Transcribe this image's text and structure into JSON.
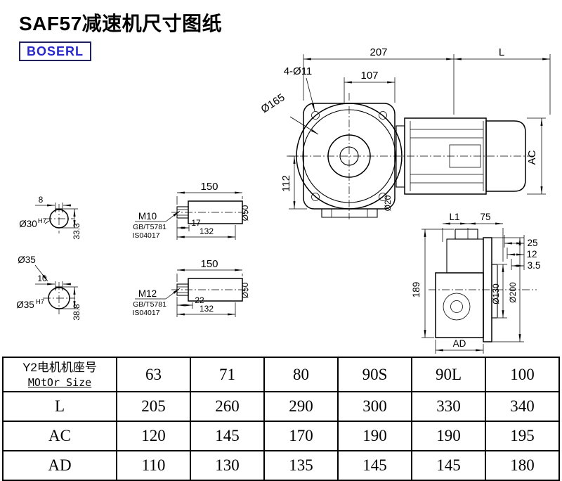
{
  "page": {
    "title": "SAF57减速机尺寸图纸",
    "brand": "BOSERL"
  },
  "colors": {
    "brand_text": "#2727cc",
    "brand_border": "#20205a",
    "line": "#000000"
  },
  "front_view": {
    "d207": "207",
    "dL": "L",
    "d107": "107",
    "holes": "4-Ø11",
    "flange": "Ø165",
    "d112": "112",
    "dAC": "AC",
    "shaft": "Ø20"
  },
  "side_view": {
    "dL1": "L1",
    "d75": "75",
    "d25": "25",
    "d12": "12",
    "d3_5": "3.5",
    "d189": "189",
    "d130": "Ø130",
    "d200": "Ø200",
    "dAD": "AD"
  },
  "shaft1_section": {
    "d150": "150",
    "thread": "M10",
    "std1": "GB/T5781",
    "std2": "IS04017",
    "d17": "17",
    "d132": "132",
    "d50": "Ø50"
  },
  "shaft2_section": {
    "d150": "150",
    "thread": "M12",
    "std1": "GB/T5781",
    "std2": "IS04017",
    "d22": "22",
    "d132": "132",
    "d50": "Ø50"
  },
  "shaft1_end": {
    "key": "8",
    "bore": "Ø30",
    "tol": "H7",
    "height": "33.3",
    "outer": "Ø35"
  },
  "shaft2_end": {
    "key": "10",
    "bore": "Ø35",
    "tol": "H7",
    "height": "38.8"
  },
  "table": {
    "header": {
      "label_cn": "Y2电机机座号",
      "label_en": "MOtOr Size",
      "sizes": [
        "63",
        "71",
        "80",
        "90S",
        "90L",
        "100"
      ]
    },
    "rows": [
      {
        "label": "L",
        "values": [
          "205",
          "260",
          "290",
          "300",
          "330",
          "340"
        ]
      },
      {
        "label": "AC",
        "values": [
          "120",
          "145",
          "170",
          "190",
          "190",
          "195"
        ]
      },
      {
        "label": "AD",
        "values": [
          "110",
          "130",
          "135",
          "145",
          "145",
          "180"
        ]
      }
    ]
  }
}
